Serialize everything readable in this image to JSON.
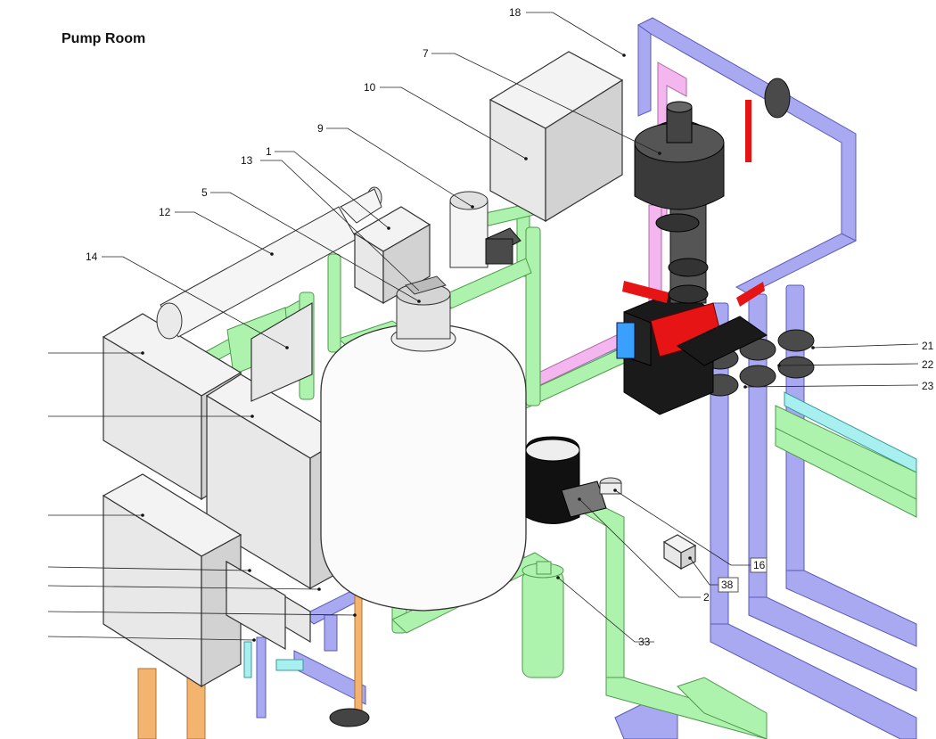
{
  "title": "Pump Room",
  "colors": {
    "blue_pipe": "#a9a9f2",
    "green_pipe": "#aef3ad",
    "pink_pipe": "#f3b6ee",
    "cyan_pipe": "#a8efef",
    "orange_pipe": "#f3b46f",
    "valve_handle": "#e61414",
    "pump_body": "#1a1a1a",
    "pump_accent": "#e61414",
    "pump_motor_blue": "#3aa0ff"
  },
  "labels": {
    "l18": "18",
    "l7": "7",
    "l10": "10",
    "l9": "9",
    "l1": "1",
    "l13": "13",
    "l5": "5",
    "l12": "12",
    "l14": "14",
    "l21": "21",
    "l22": "22",
    "l23": "23",
    "l16": "16",
    "l38": "38",
    "l2": "2",
    "l33": "33"
  }
}
